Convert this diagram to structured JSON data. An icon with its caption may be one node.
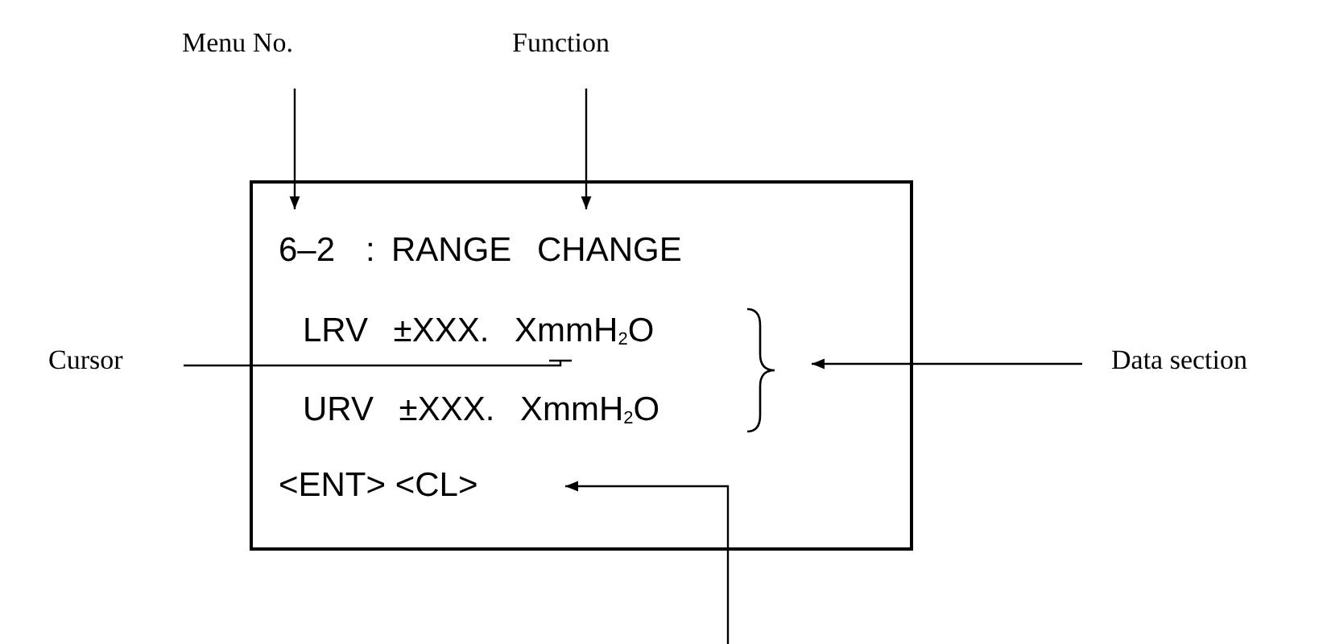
{
  "diagram": {
    "nodes": [
      {
        "text": [
          "Menu No."
        ]
      },
      {
        "text": [
          "Function"
        ]
      },
      {
        "text": [],
        "shape": "box"
      },
      {
        "text": [
          "6–2"
        ],
        "in": 2
      },
      {
        "text": [
          "RANGE CHANGE"
        ],
        "in": 2
      },
      {
        "text": [
          "LRV ±XXX. XmmH$_{2}$O"
        ],
        "in": 2
      },
      {
        "text": [
          "URV ±XXX. XmmH$_{2}$O"
        ],
        "in": 2
      },
      {
        "text": [],
        "shape": "brace",
        "in": 2
      },
      {
        "text": [
          "<ENT> <CL>"
        ],
        "in": 2
      },
      {
        "text": [
          "Cursor"
        ]
      },
      {
        "text": [
          "Data section"
        ]
      }
    ],
    "edges": [
      {
        "from": 0,
        "to": 3,
        "arrow": "to"
      },
      {
        "from": 1,
        "to": 4,
        "arrow": "to"
      },
      {
        "from": 9,
        "to": 5,
        "arrow": "none"
      },
      {
        "from": 10,
        "to": 7,
        "arrow": "to"
      },
      {
        "from": null,
        "to": 8,
        "arrow": "to"
      }
    ],
    "labels": [
      ":"
    ]
  }
}
